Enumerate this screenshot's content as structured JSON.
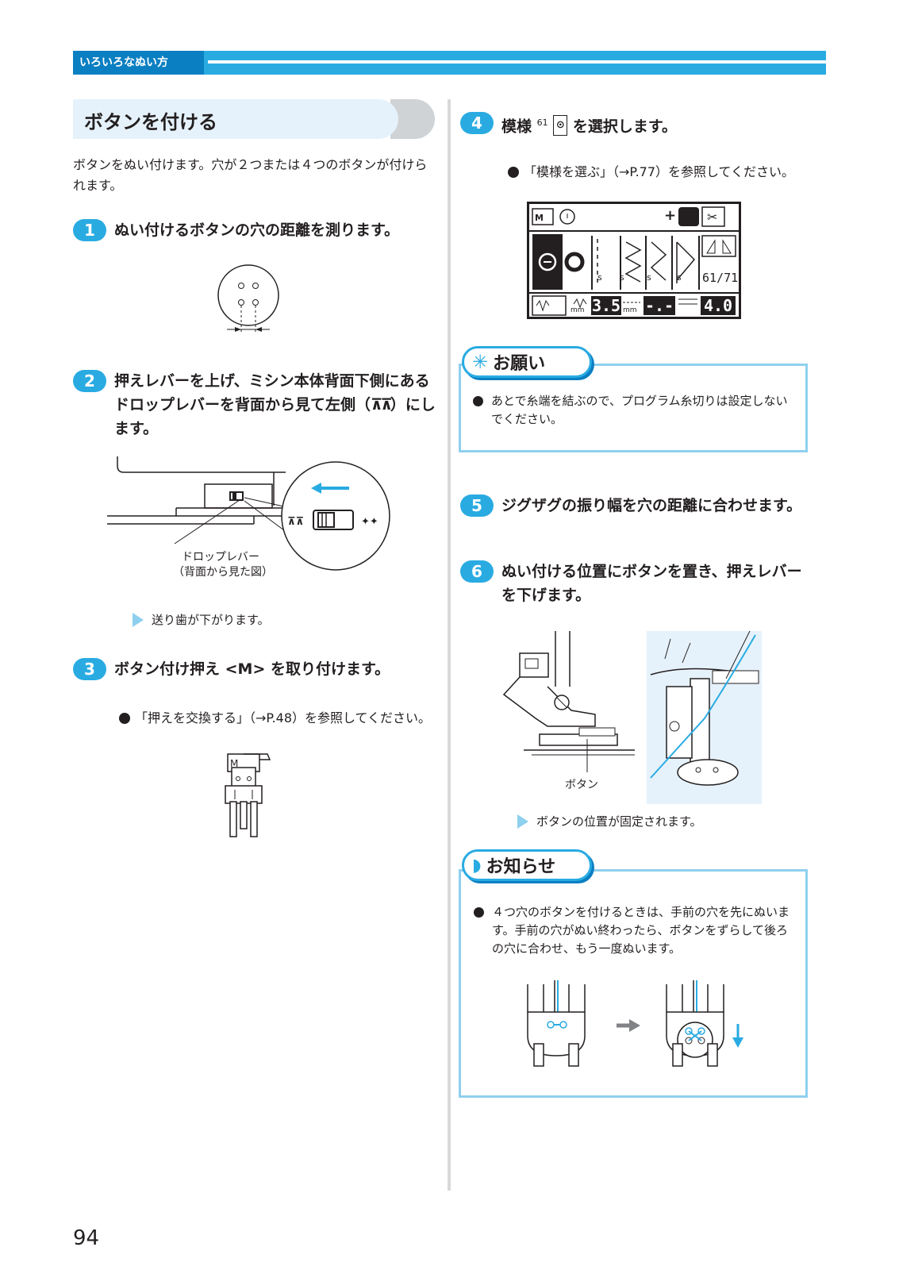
{
  "header": {
    "section_label": "いろいろなぬい方"
  },
  "title": "ボタンを付ける",
  "intro": "ボタンをぬい付けます。穴が２つまたは４つのボタンが付けられます。",
  "steps": [
    {
      "num": "1",
      "text": "ぬい付けるボタンの穴の距離を測ります。"
    },
    {
      "num": "2",
      "text_a": "押えレバーを上げ、ミシン本体背面下側にあるドロップレバーを背面から見て左側（",
      "symbol": "⊼⊼",
      "text_b": "）にします。"
    },
    {
      "num": "3",
      "text": "ボタン付け押え <M> を取り付けます。"
    },
    {
      "num": "4",
      "text_a": "模様",
      "pattern_no": "61",
      "text_b": "を選択します。"
    },
    {
      "num": "5",
      "text": "ジグザグの振り幅を穴の距離に合わせます。"
    },
    {
      "num": "6",
      "text": "ぬい付ける位置にボタンを置き、押えレバーを下げます。"
    }
  ],
  "step2": {
    "result": "送り歯が下がります。",
    "caption_1": "ドロップレバー",
    "caption_2": "（背面から見た図）"
  },
  "step3": {
    "bullet": "「押えを交換する」（→P.48）を参照してください。",
    "foot_letter": "M"
  },
  "step4": {
    "bullet": "「模様を選ぶ」（→P.77）を参照してください。"
  },
  "lcd": {
    "counter": "61/71",
    "width_value": "3.5",
    "length_value": "-.-",
    "tension_value": "4.0",
    "unit": "mm",
    "s_label": "s"
  },
  "onegai": {
    "label": "お願い",
    "text": "あとで糸端を結ぶので、プログラム糸切りは設定しないでください。"
  },
  "step6": {
    "result": "ボタンの位置が固定されます。",
    "caption": "ボタン"
  },
  "oshirase": {
    "label": "お知らせ",
    "text": "４つ穴のボタンを付けるときは、手前の穴を先にぬいます。手前の穴がぬい終わったら、ボタンをずらして後ろの穴に合わせ、もう一度ぬいます。"
  },
  "page_number": "94",
  "colors": {
    "accent": "#29abe2",
    "accent_dark": "#0a7fc2",
    "light_blue": "#8fd0ef",
    "text": "#231f20"
  }
}
